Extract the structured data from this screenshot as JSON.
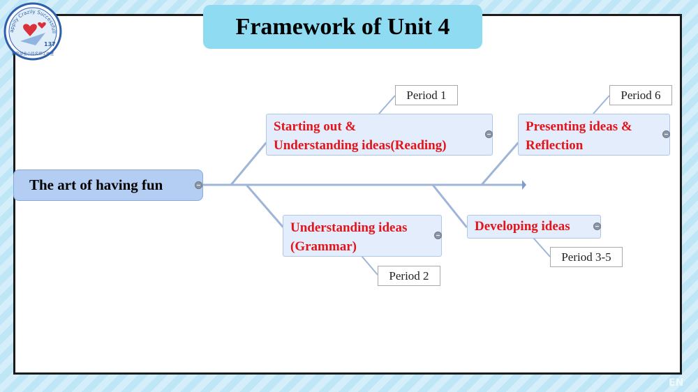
{
  "title": "Framework of Unit 4",
  "logo": {
    "arc_text": "Happily Crazily Successfully",
    "number_text": "137",
    "bottom_text": "教育部金小玲名师工作室",
    "colors": {
      "ring": "#2f5faa",
      "heart": "#d9303c"
    }
  },
  "root": {
    "label": "The art of having fun"
  },
  "branches": {
    "reading": {
      "line1": "Starting out &",
      "line2": "Understanding ideas(Reading)",
      "period": "Period 1"
    },
    "grammar": {
      "line1": "Understanding ideas",
      "line2": "(Grammar)",
      "period": "Period 2"
    },
    "developing": {
      "line1": "Developing ideas",
      "period": "Period 3-5"
    },
    "presenting": {
      "line1": "Presenting ideas &",
      "line2": "Reflection",
      "period": "Period 6"
    }
  },
  "colors": {
    "branch_text": "#e3141b",
    "node_fill": "#e3edfb",
    "root_fill": "#b3cdf3",
    "title_fill": "#8fdcf2",
    "connector": "#9fb4d9"
  },
  "watermark": "EN"
}
